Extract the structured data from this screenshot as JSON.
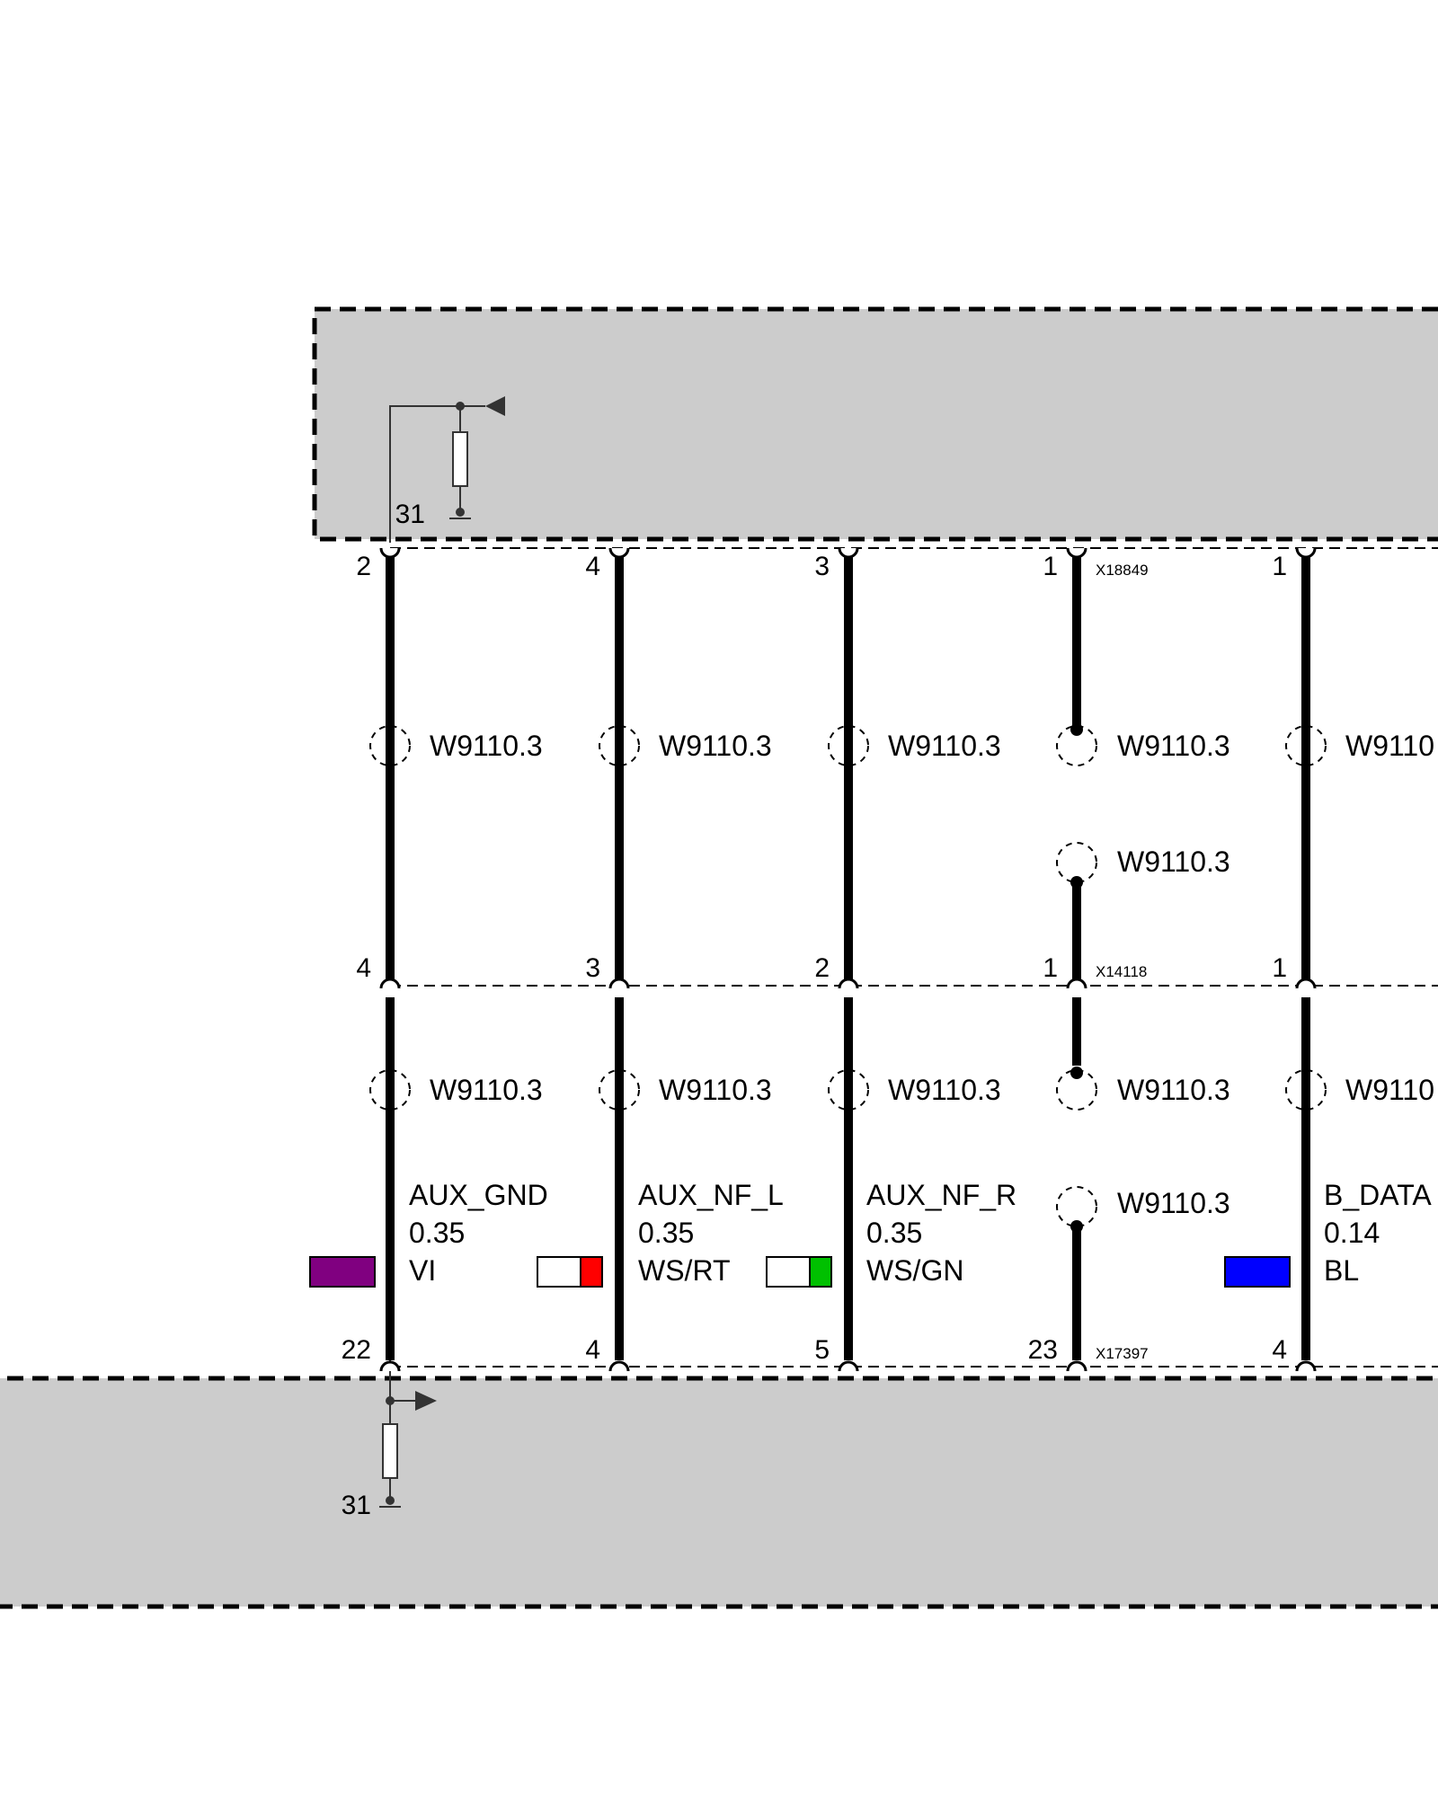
{
  "upper_module": {
    "ground_label": "31",
    "connector_id": "X18849",
    "pins": [
      "2",
      "4",
      "3",
      "1",
      "1"
    ]
  },
  "middle_connector": {
    "connector_id": "X14118",
    "pins": [
      "4",
      "3",
      "2",
      "1",
      "1"
    ]
  },
  "lower_module": {
    "ground_label": "31",
    "connector_id": "X17397",
    "pins": [
      "22",
      "4",
      "5",
      "23",
      "4"
    ]
  },
  "shield_label": "W9110.3",
  "shield_label_clipped": "W9110",
  "wires": [
    {
      "signal": "AUX_GND",
      "size": "0.35",
      "color_code": "VI",
      "color_main": "#800080",
      "color_stripe": null
    },
    {
      "signal": "AUX_NF_L",
      "size": "0.35",
      "color_code": "WS/RT",
      "color_main": "#ffffff",
      "color_stripe": "#ff0000"
    },
    {
      "signal": "AUX_NF_R",
      "size": "0.35",
      "color_code": "WS/GN",
      "color_main": "#ffffff",
      "color_stripe": "#00c000"
    },
    {
      "signal": "",
      "size": "",
      "color_code": "",
      "color_main": null,
      "color_stripe": null
    },
    {
      "signal": "B_DATA",
      "size": "0.14",
      "color_code": "BL",
      "color_main": "#0000ff",
      "color_stripe": null
    }
  ],
  "colors": {
    "module_fill": "#cccccc",
    "line": "#000000",
    "ground_line": "#333333"
  }
}
